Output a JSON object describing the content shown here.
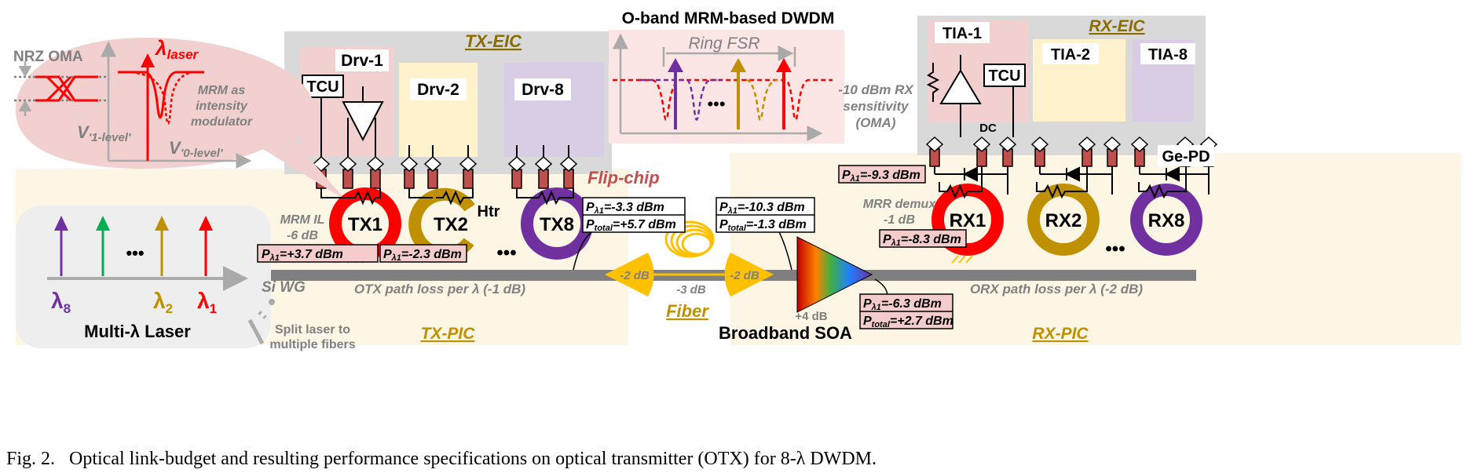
{
  "figure": {
    "label": "Fig. 2.",
    "caption": "Optical link-budget and resulting performance specifications on optical transmitter (OTX) for 8-λ DWDM."
  },
  "tx_eic": {
    "title": "TX-EIC",
    "drivers": [
      "Drv-1",
      "Drv-2",
      "Drv-8"
    ],
    "tcu": "TCU"
  },
  "rx_eic": {
    "title": "RX-EIC",
    "tias": [
      "TIA-1",
      "TIA-2",
      "TIA-8"
    ],
    "tcu": "TCU",
    "dc": "DC",
    "pd": "Ge-PD"
  },
  "dwdm": {
    "title": "O-band MRM-based DWDM",
    "fsr": "Ring FSR",
    "ellipsis": "•••"
  },
  "rx_sensitivity": [
    "-10 dBm RX",
    "sensitivity",
    "(OMA)"
  ],
  "eye": {
    "oma": "NRZ OMA",
    "laser_symbol": "λ",
    "laser_sub": "laser",
    "mrm_note": [
      "MRM as",
      "intensity",
      "modulator"
    ],
    "v1": "V",
    "v1_sub": "'1-level'",
    "v0": "V",
    "v0_sub": "'0-level'"
  },
  "rings_tx": [
    "TX1",
    "TX2",
    "TX8"
  ],
  "rings_rx": [
    "RX1",
    "RX2",
    "RX8"
  ],
  "htr": "Htr",
  "flipchip": "Flip-chip",
  "laser": {
    "title": "Multi-λ Laser",
    "l8": "λ",
    "l8_sub": "8",
    "l2": "λ",
    "l2_sub": "2",
    "l1": "λ",
    "l1_sub": "1",
    "ellipsis": "•••"
  },
  "labels": {
    "si_wg": "Si WG",
    "split": [
      "Split laser to",
      "multiple fibers"
    ],
    "mrm_il": [
      "MRM IL",
      "-6 dB"
    ],
    "otx_loss": "OTX path loss per λ (-1 dB)",
    "orx_loss": "ORX path loss per λ (-2 dB)",
    "tx_pic": "TX-PIC",
    "rx_pic": "RX-PIC",
    "fiber": "Fiber",
    "soa": "Broadband SOA",
    "soa_gain": "+4 dB",
    "coupler_left": "-2 dB",
    "coupler_right": "-2 dB",
    "fiber_loss": "-3 dB",
    "mrr_demux": [
      "MRR demux",
      "-1 dB"
    ],
    "tx_ellipsis": "•••",
    "rx_ellipsis": "•••"
  },
  "power": {
    "p1_plus37": "=+3.7 dBm",
    "p1_m23": "=-2.3 dBm",
    "p1_m33": "=-3.3 dBm",
    "ptot_57": "=+5.7 dBm",
    "p1_m103": "=-10.3 dBm",
    "ptot_m13": "=-1.3 dBm",
    "p1_m93": "=-9.3 dBm",
    "p1_m83": "=-8.3 dBm",
    "p1_m63": "=-6.3 dBm",
    "ptot_27": "=+2.7 dBm",
    "p": "P",
    "sub_l1": "λ1",
    "sub_total": "total"
  },
  "colors": {
    "l8": "#7030a0",
    "l_green": "#00b050",
    "l2": "#bf9000",
    "l1": "#ff0000",
    "bubble": "#f2d0d0",
    "eic_bg": "#d9d9d9",
    "pic_bg": "#fdf6e4"
  }
}
